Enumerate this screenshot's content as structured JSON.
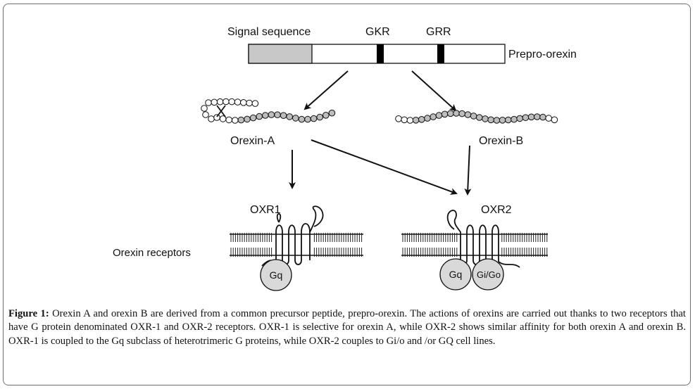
{
  "figure": {
    "signal_sequence_label": "Signal sequence",
    "gkr_label": "GKR",
    "grr_label": "GRR",
    "prepro_orexin_label": "Prepro-orexin",
    "orexin_a_label": "Orexin-A",
    "orexin_b_label": "Orexin-B",
    "oxr1_label": "OXR1",
    "oxr2_label": "OXR2",
    "receptors_label": "Orexin receptors",
    "gq_label_1": "Gq",
    "gq_label_2": "Gq",
    "gio_label": "Gi/Go",
    "colors": {
      "signal_fill": "#c8c8c8",
      "bead_fill": "#bdbdbd",
      "protein_fill": "#d9d9d9",
      "line": "#111111"
    }
  },
  "caption": {
    "label": "Figure 1:",
    "text": " Orexin A and orexin B are derived from a common precursor peptide, prepro-orexin. The actions of orexins are carried out thanks to two receptors that have G protein denominated OXR-1 and OXR-2 receptors. OXR-1 is selective for orexin A, while OXR-2 shows similar affinity for both orexin A and orexin B. OXR-1 is coupled to the Gq subclass of heterotrimeric G proteins, while OXR-2 couples to Gi/o and /or GQ cell lines."
  }
}
